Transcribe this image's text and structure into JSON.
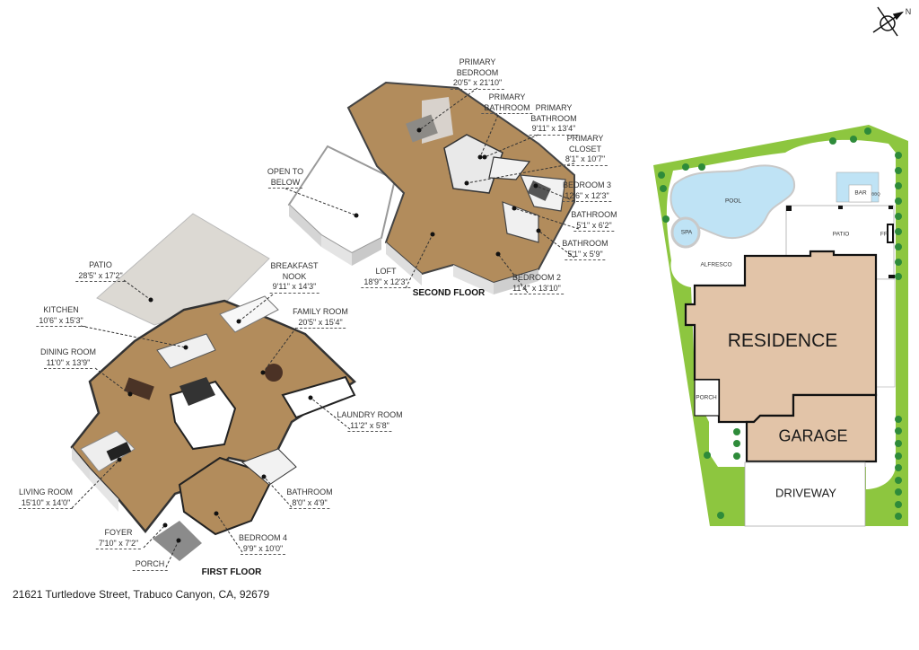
{
  "address": "21621 Turtledove Street, Trabuco Canyon, CA, 92679",
  "colors": {
    "wood": "#b28c5c",
    "wall": "#ffffff",
    "wall_shade": "#d5d5d5",
    "lawn": "#8dc63f",
    "residence": "#e2c4a8",
    "pool": "#bfe3f5",
    "tree": "#2e8b3a"
  },
  "second_floor": {
    "title": "SECOND FLOOR",
    "rooms": [
      {
        "name": "PRIMARY",
        "name2": "BEDROOM",
        "dim": "20'5\" x 21'10\""
      },
      {
        "name": "PRIMARY",
        "name2": "BATHROOM",
        "dim": ""
      },
      {
        "name": "PRIMARY",
        "name2": "BATHROOM",
        "dim": "9'11\" x 13'4\""
      },
      {
        "name": "PRIMARY",
        "name2": "CLOSET",
        "dim": "8'1\" x 10'7\""
      },
      {
        "name": "BEDROOM 3",
        "name2": "",
        "dim": "12'6\" x 12'3\""
      },
      {
        "name": "BATHROOM",
        "name2": "",
        "dim": "5'1\" x 6'2\""
      },
      {
        "name": "BATHROOM",
        "name2": "",
        "dim": "5'1\" x 5'9\""
      },
      {
        "name": "BEDROOM 2",
        "name2": "",
        "dim": "11'4\" x 13'10\""
      },
      {
        "name": "LOFT",
        "name2": "",
        "dim": "18'9\" x 12'3\""
      },
      {
        "name": "OPEN TO",
        "name2": "BELOW",
        "dim": ""
      }
    ]
  },
  "first_floor": {
    "title": "FIRST FLOOR",
    "rooms": [
      {
        "name": "BREAKFAST",
        "name2": "NOOK",
        "dim": "9'11\" x 14'3\""
      },
      {
        "name": "PATIO",
        "name2": "",
        "dim": "28'5\" x 17'2\""
      },
      {
        "name": "KITCHEN",
        "name2": "",
        "dim": "10'6\" x 15'3\""
      },
      {
        "name": "FAMILY ROOM",
        "name2": "",
        "dim": "20'5\" x 15'4\""
      },
      {
        "name": "DINING ROOM",
        "name2": "",
        "dim": "11'0\" x 13'9\""
      },
      {
        "name": "LAUNDRY ROOM",
        "name2": "",
        "dim": "11'2\" x 5'8\""
      },
      {
        "name": "LIVING ROOM",
        "name2": "",
        "dim": "15'10\" x 14'0\""
      },
      {
        "name": "BATHROOM",
        "name2": "",
        "dim": "8'0\" x 4'9\""
      },
      {
        "name": "FOYER",
        "name2": "",
        "dim": "7'10\" x 7'2\""
      },
      {
        "name": "BEDROOM 4",
        "name2": "",
        "dim": "9'9\" x 10'0\""
      },
      {
        "name": "PORCH",
        "name2": "",
        "dim": ""
      }
    ]
  },
  "site_plan": {
    "compass": "N",
    "pool": "POOL",
    "spa": "SPA",
    "bar": "BAR",
    "bbq": "BBQ",
    "patio": "PATIO",
    "fp": "FP",
    "alfresco": "ALFRESCO",
    "residence": "RESIDENCE",
    "porch": "PORCH",
    "garage": "GARAGE",
    "driveway": "DRIVEWAY"
  }
}
